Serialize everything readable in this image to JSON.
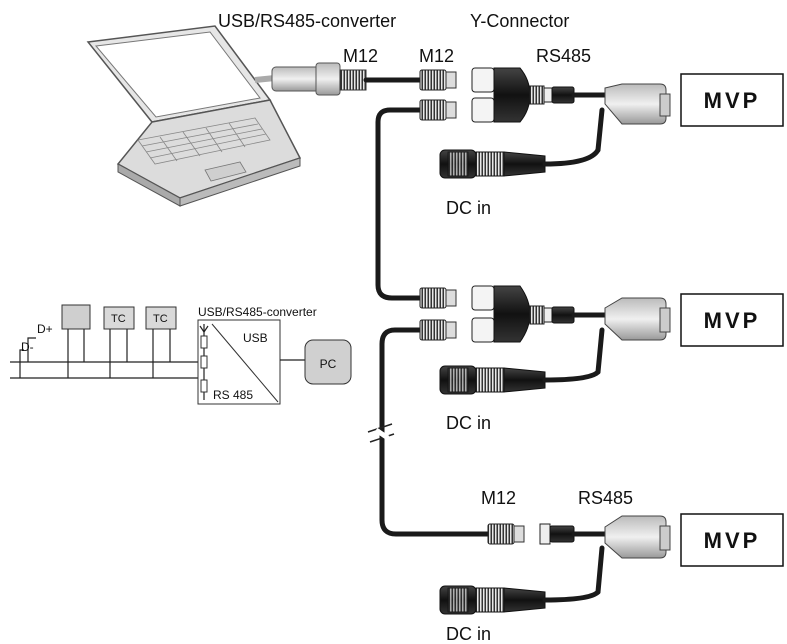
{
  "labels": {
    "usb_converter_top": "USB/RS485-converter",
    "y_connector": "Y-Connector",
    "m12_a": "M12",
    "m12_b": "M12",
    "rs485_top": "RS485",
    "m12_bottom": "M12",
    "rs485_bottom": "RS485",
    "dc_in_1": "DC in",
    "dc_in_2": "DC in",
    "dc_in_3": "DC in"
  },
  "devices": {
    "mvp_1": "MVP",
    "mvp_2": "MVP",
    "mvp_3": "MVP"
  },
  "schematic": {
    "title": "USB/RS485-converter",
    "usb": "USB",
    "rs485": "RS 485",
    "pc": "PC",
    "tc_1": "TC",
    "tc_2": "TC",
    "d_plus": "D+",
    "d_minus": "D-"
  }
}
